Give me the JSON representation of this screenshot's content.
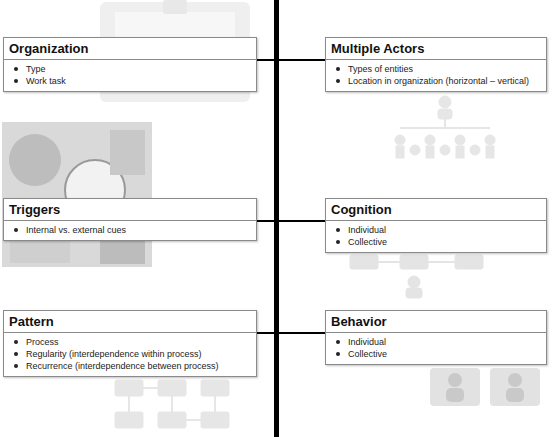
{
  "diagram": {
    "nodes": [
      {
        "text": [
          "Organization",
          "Type",
          "Work task"
        ]
      },
      {
        "text": [
          "Multiple Actors",
          "Types of entities",
          "Location in organization (horizontal – vertical)"
        ]
      },
      {
        "text": [
          "Triggers",
          "Internal vs. external cues"
        ]
      },
      {
        "text": [
          "Cognition",
          "Individual",
          "Collective"
        ]
      },
      {
        "text": [
          "Pattern",
          "Process",
          "Regularity (interdependence within process)",
          "Recurrence (interdependence between process)"
        ]
      },
      {
        "text": [
          "Behavior",
          "Individual",
          "Collective"
        ]
      }
    ]
  }
}
